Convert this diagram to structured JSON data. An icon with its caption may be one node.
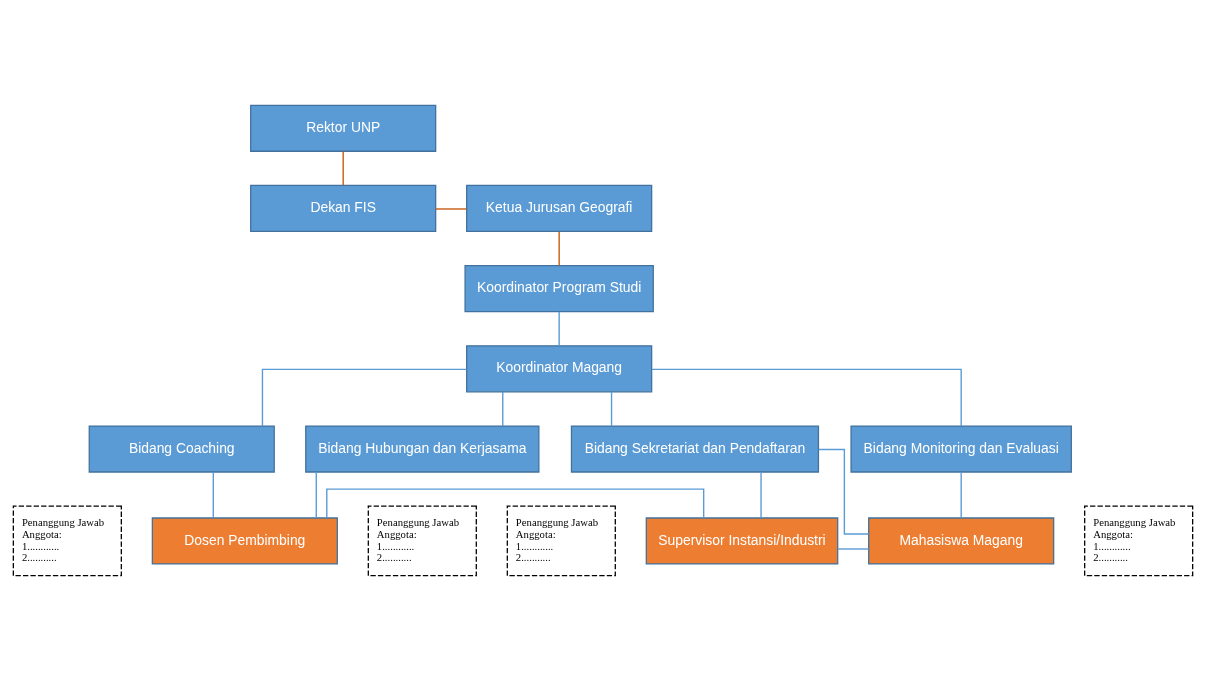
{
  "diagram": {
    "nodes": [
      {
        "text": [
          "Rektor UNP"
        ]
      },
      {
        "text": [
          "Dekan FIS"
        ]
      },
      {
        "text": [
          "Ketua Jurusan Geografi"
        ]
      },
      {
        "text": [
          "Koordinator Program Studi"
        ]
      },
      {
        "text": [
          "Koordinator Magang"
        ]
      },
      {
        "text": [
          "Bidang Coaching"
        ]
      },
      {
        "text": [
          "Bidang Hubungan dan Kerjasama"
        ]
      },
      {
        "text": [
          "Bidang Sekretariat dan Pendaftaran"
        ]
      },
      {
        "text": [
          "Bidang Monitoring dan Evaluasi"
        ]
      },
      {
        "text": [
          "Penanggung Jawab",
          "Anggota:",
          "1............",
          "2..........."
        ]
      },
      {
        "text": [
          "Penanggung Jawab",
          "Anggota:",
          "1............",
          "2..........."
        ]
      },
      {
        "text": [
          "Penanggung Jawab",
          "Anggota:",
          "1............",
          "2..........."
        ]
      },
      {
        "text": [
          "Penanggung Jawab",
          "Anggota:",
          "1............",
          "2..........."
        ]
      },
      {
        "text": [
          "Dosen Pembimbing"
        ]
      },
      {
        "text": [
          "Supervisor Instansi/Industri"
        ]
      },
      {
        "text": [
          "Mahasiswa Magang"
        ]
      }
    ],
    "edges": [
      {
        "from": 0,
        "to": 1,
        "arrow": "none",
        "color": "#c55a11"
      },
      {
        "from": 1,
        "to": 2,
        "arrow": "none",
        "color": "#c55a11"
      },
      {
        "from": 2,
        "to": 3,
        "arrow": "none",
        "color": "#c55a11"
      },
      {
        "from": 3,
        "to": 4,
        "arrow": "none"
      },
      {
        "from": 4,
        "to": 5,
        "arrow": "none"
      },
      {
        "from": 4,
        "to": 6,
        "arrow": "none"
      },
      {
        "from": 4,
        "to": 7,
        "arrow": "none"
      },
      {
        "from": 4,
        "to": 8,
        "arrow": "none"
      },
      {
        "from": 5,
        "to": 13,
        "arrow": "none"
      },
      {
        "from": 6,
        "to": 13,
        "arrow": "none"
      },
      {
        "from": 13,
        "to": 14,
        "arrow": "none"
      },
      {
        "from": 7,
        "to": 14,
        "arrow": "none"
      },
      {
        "from": 7,
        "to": 15,
        "arrow": "none"
      },
      {
        "from": 14,
        "to": 15,
        "arrow": "none"
      },
      {
        "from": 8,
        "to": 15,
        "arrow": "none"
      }
    ]
  }
}
